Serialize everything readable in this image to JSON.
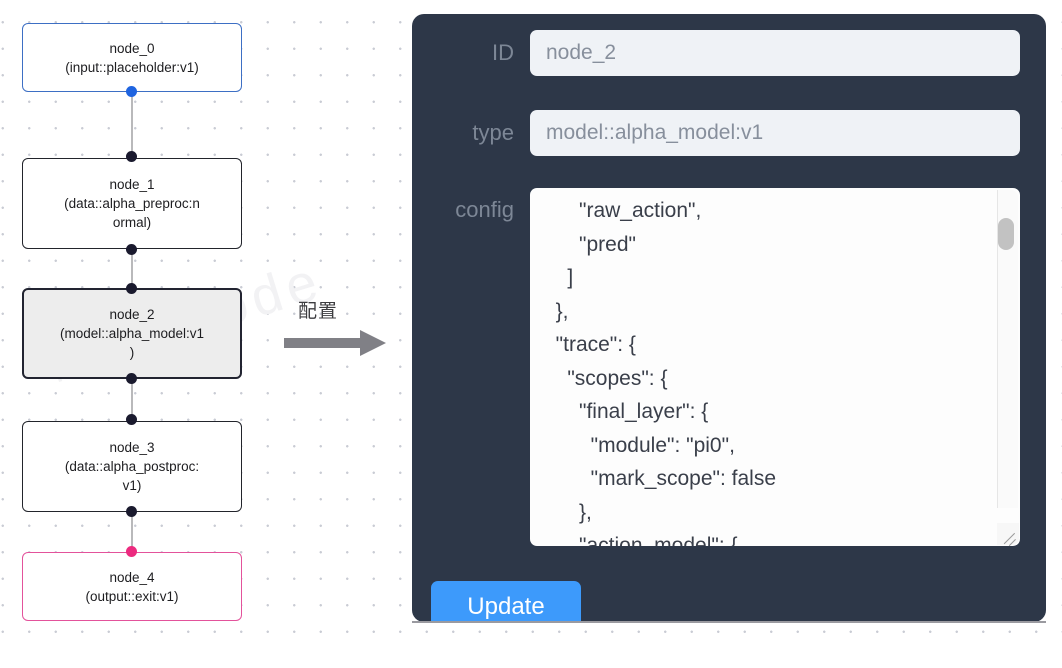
{
  "canvas": {
    "watermark_text": "配置 node"
  },
  "graph": {
    "nodes": [
      {
        "id": "node_0",
        "title": "node_0",
        "subtitle": "(input::placeholder:v1)",
        "subtitle_lines": [
          "(input::placeholder:v1)"
        ],
        "kind": "input",
        "border_color": "#3d6fc4",
        "fill": "#ffffff",
        "selected": false
      },
      {
        "id": "node_1",
        "title": "node_1",
        "subtitle": "(data::alpha_preproc:normal)",
        "subtitle_lines": [
          "(data::alpha_preproc:n",
          "ormal)"
        ],
        "kind": "data",
        "border_color": "#22242b",
        "fill": "#ffffff",
        "selected": false
      },
      {
        "id": "node_2",
        "title": "node_2",
        "subtitle": "(model::alpha_model:v1)",
        "subtitle_lines": [
          "(model::alpha_model:v1",
          ")"
        ],
        "kind": "model",
        "border_color": "#222431",
        "fill": "#ededed",
        "selected": true
      },
      {
        "id": "node_3",
        "title": "node_3",
        "subtitle": "(data::alpha_postproc:v1)",
        "subtitle_lines": [
          "(data::alpha_postproc:",
          "v1)"
        ],
        "kind": "data",
        "border_color": "#22242b",
        "fill": "#ffffff",
        "selected": false
      },
      {
        "id": "node_4",
        "title": "node_4",
        "subtitle": "(output::exit:v1)",
        "subtitle_lines": [
          "(output::exit:v1)"
        ],
        "kind": "output",
        "border_color": "#e3529b",
        "fill": "#ffffff",
        "selected": false
      }
    ],
    "edges": [
      {
        "from": "node_0",
        "to": "node_1"
      },
      {
        "from": "node_1",
        "to": "node_2"
      },
      {
        "from": "node_2",
        "to": "node_3"
      },
      {
        "from": "node_3",
        "to": "node_4"
      }
    ]
  },
  "transition": {
    "label": "配置",
    "arrow_icon": "right-arrow-icon",
    "arrow_color": "#808086"
  },
  "panel": {
    "background_color": "#2d3748",
    "label_color": "#7d8796",
    "fields": [
      {
        "key": "id",
        "label": "ID",
        "value": "node_2"
      },
      {
        "key": "type",
        "label": "type",
        "value": "model::alpha_model:v1"
      },
      {
        "key": "config",
        "label": "config",
        "value": ""
      }
    ],
    "id_field": {
      "label": "ID",
      "value": "node_2",
      "placeholder": "node_2"
    },
    "type_field": {
      "label": "type",
      "value": "model::alpha_model:v1",
      "placeholder": "model::alpha_model:v1"
    },
    "config_field": {
      "label": "config",
      "value": "      \"raw_action\",\n      \"pred\"\n    ]\n  },\n  \"trace\": {\n    \"scopes\": {\n      \"final_layer\": {\n        \"module\": \"pi0\",\n        \"mark_scope\": false\n      },\n      \"action_model\": {",
      "visible_lines": [
        "      \"raw_action\",",
        "      \"pred\"",
        "    ]",
        "  },",
        "  \"trace\": {",
        "    \"scopes\": {",
        "      \"final_layer\": {",
        "        \"module\": \"pi0\",",
        "        \"mark_scope\": false",
        "      },",
        "      \"action_model\": {"
      ],
      "scroll_position": "near-top",
      "has_scrollbar": true,
      "resizable": true
    },
    "update_button": {
      "label": "Update",
      "color": "#3d9afb",
      "text_color": "#ffffff"
    }
  }
}
